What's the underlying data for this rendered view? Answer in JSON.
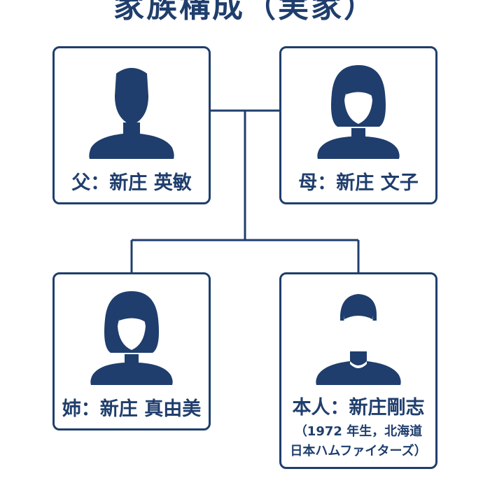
{
  "title": "家族構成（実家）",
  "colors": {
    "primary": "#1f3e6d",
    "background": "#ffffff"
  },
  "members": {
    "father": {
      "label": "父：新庄 英敏",
      "icon": "male-silhouette-icon"
    },
    "mother": {
      "label": "母：新庄 文子",
      "icon": "female-silhouette-icon"
    },
    "sister": {
      "label": "姉：新庄 真由美",
      "icon": "female-silhouette-icon"
    },
    "self": {
      "label": "本人：新庄剛志",
      "note_line1": "（1972 年生，北海道",
      "note_line2": "日本ハムファイターズ）",
      "icon": "male-silhouette-icon"
    }
  }
}
